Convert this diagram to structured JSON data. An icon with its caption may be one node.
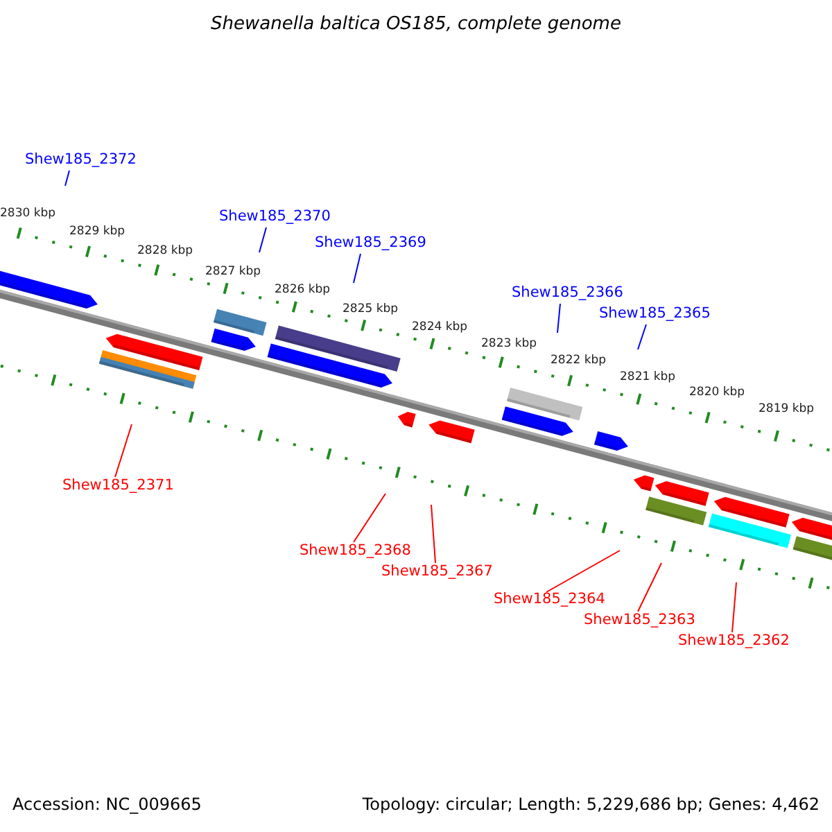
{
  "diagram": {
    "title": "Shewanella baltica OS185, complete genome",
    "nodes": [
      {
        "text": [
          "Shew185_2372"
        ]
      },
      {
        "text": [
          "Shew185_2370"
        ]
      },
      {
        "text": [
          "Shew185_2369"
        ]
      },
      {
        "text": [
          "Shew185_2366"
        ]
      },
      {
        "text": [
          "Shew185_2365"
        ]
      },
      {
        "text": [
          "Shew185_2371"
        ]
      },
      {
        "text": [
          "Shew185_2368"
        ]
      },
      {
        "text": [
          "Shew185_2367"
        ]
      },
      {
        "text": [
          "Shew185_2364"
        ]
      },
      {
        "text": [
          "Shew185_2363"
        ]
      },
      {
        "text": [
          "Shew185_2362"
        ]
      }
    ],
    "edges": [
      {
        "from": 0,
        "to": null,
        "arrow": "none",
        "color": "#0000ff"
      },
      {
        "from": 1,
        "to": null,
        "arrow": "none",
        "color": "#0000ff"
      },
      {
        "from": 2,
        "to": null,
        "arrow": "none",
        "color": "#0000ff"
      },
      {
        "from": 3,
        "to": null,
        "arrow": "none",
        "color": "#0000ff"
      },
      {
        "from": 4,
        "to": null,
        "arrow": "none",
        "color": "#0000ff"
      },
      {
        "from": 5,
        "to": null,
        "arrow": "none",
        "color": "#ff0000"
      },
      {
        "from": 6,
        "to": null,
        "arrow": "none",
        "color": "#ff0000"
      },
      {
        "from": 7,
        "to": null,
        "arrow": "none",
        "color": "#ff0000"
      },
      {
        "from": 8,
        "to": null,
        "arrow": "none",
        "color": "#ff0000"
      },
      {
        "from": 9,
        "to": null,
        "arrow": "none",
        "color": "#ff0000"
      },
      {
        "from": 10,
        "to": null,
        "arrow": "none",
        "color": "#ff0000"
      }
    ],
    "labels": [
      "2830 kbp",
      "2829 kbp",
      "2828 kbp",
      "2827 kbp",
      "2826 kbp",
      "2825 kbp",
      "2824 kbp",
      "2823 kbp",
      "2822 kbp",
      "2821 kbp",
      "2820 kbp",
      "2819 kbp",
      "Accession: NC_009665",
      "Topology: circular; Length: 5,229,686 bp; Genes: 4,462"
    ]
  }
}
